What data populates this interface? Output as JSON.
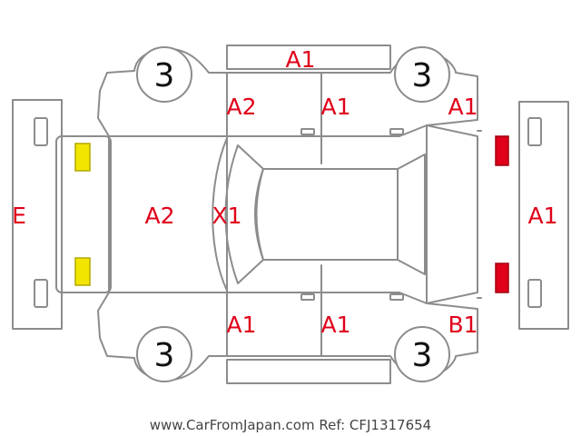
{
  "wheels": [
    "3",
    "3",
    "3",
    "3"
  ],
  "lights": {
    "front": {
      "color": "#f2e600",
      "stroke": "#b0a800"
    },
    "rear": {
      "color": "#e0001a",
      "stroke": "#a00010"
    }
  },
  "damage_codes": {
    "roof_top": "A1",
    "front_left_door": "A2",
    "rear_left_door": "A1",
    "rear_left_quarter": "A1",
    "front_bumper": "E",
    "hood": "A2",
    "windshield": "X1",
    "rear_bumper": "A1",
    "front_right_door": "A1",
    "rear_right_door": "A1",
    "rear_right_quarter": "B1"
  },
  "code_color": "#e0001a",
  "footer": "www.CarFromJapan.com Ref: CFJ1317654"
}
